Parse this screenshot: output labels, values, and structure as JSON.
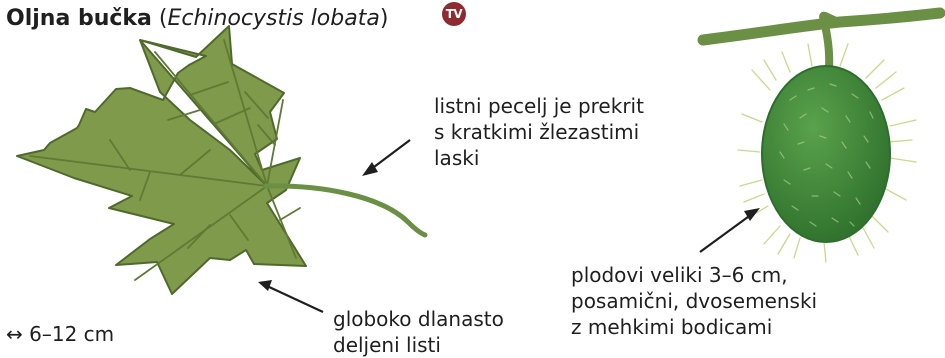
{
  "title": {
    "name": "Oljna bučka",
    "open_paren": " (",
    "latin": "Echinocystis lobata",
    "close_paren": ")"
  },
  "badge": {
    "text": "TV",
    "color": "#8f2b30"
  },
  "labels": {
    "petiole": [
      "listni pecelj je prekrit",
      "s kratkimi žlezastimi",
      "laski"
    ],
    "leaf": [
      "globoko dlanasto",
      "deljeni listi"
    ],
    "fruit": [
      "plodovi veliki 3–6 cm,",
      "posamični, dvosemenski",
      "z mehkimi bodicami"
    ],
    "size": "↔ 6–12 cm"
  },
  "colors": {
    "leaf_fill": "#7f9a4a",
    "leaf_vein": "#5e7a34",
    "stem": "#6a8f45",
    "fruit": "#3e8a3a",
    "fruit_dark": "#2d6e2d",
    "spine": "#c9d98a",
    "arrow": "#1f1f1f"
  }
}
